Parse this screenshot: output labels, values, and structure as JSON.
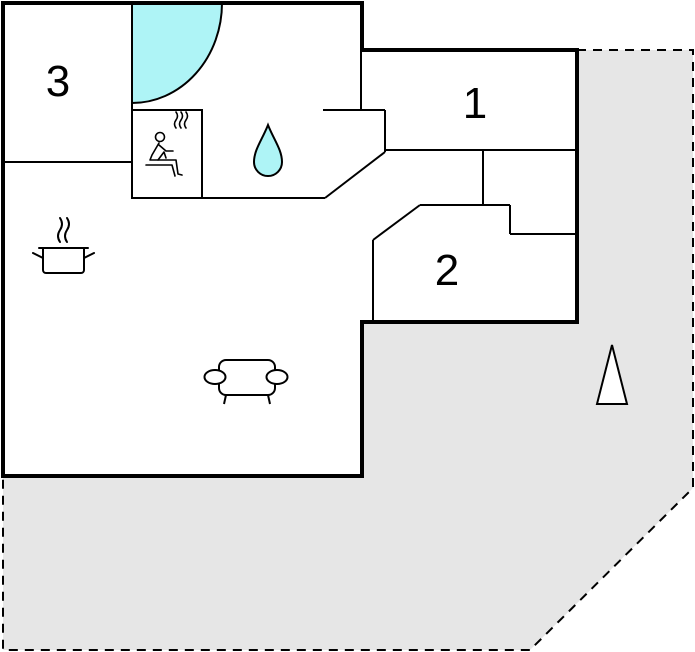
{
  "rooms": [
    {
      "id": "bedroom-3",
      "label": "3"
    },
    {
      "id": "bedroom-1",
      "label": "1"
    },
    {
      "id": "bedroom-2",
      "label": "2"
    }
  ],
  "icons": {
    "sauna": "sauna-icon",
    "bathroom": "water-drop-icon",
    "kitchen": "cooking-pot-icon",
    "living": "sofa-icon",
    "north": "north-arrow-icon"
  },
  "colors": {
    "terrace": "#e6e6e6",
    "pool": "#aef4f6",
    "walls": "#000000",
    "background": "#ffffff"
  }
}
